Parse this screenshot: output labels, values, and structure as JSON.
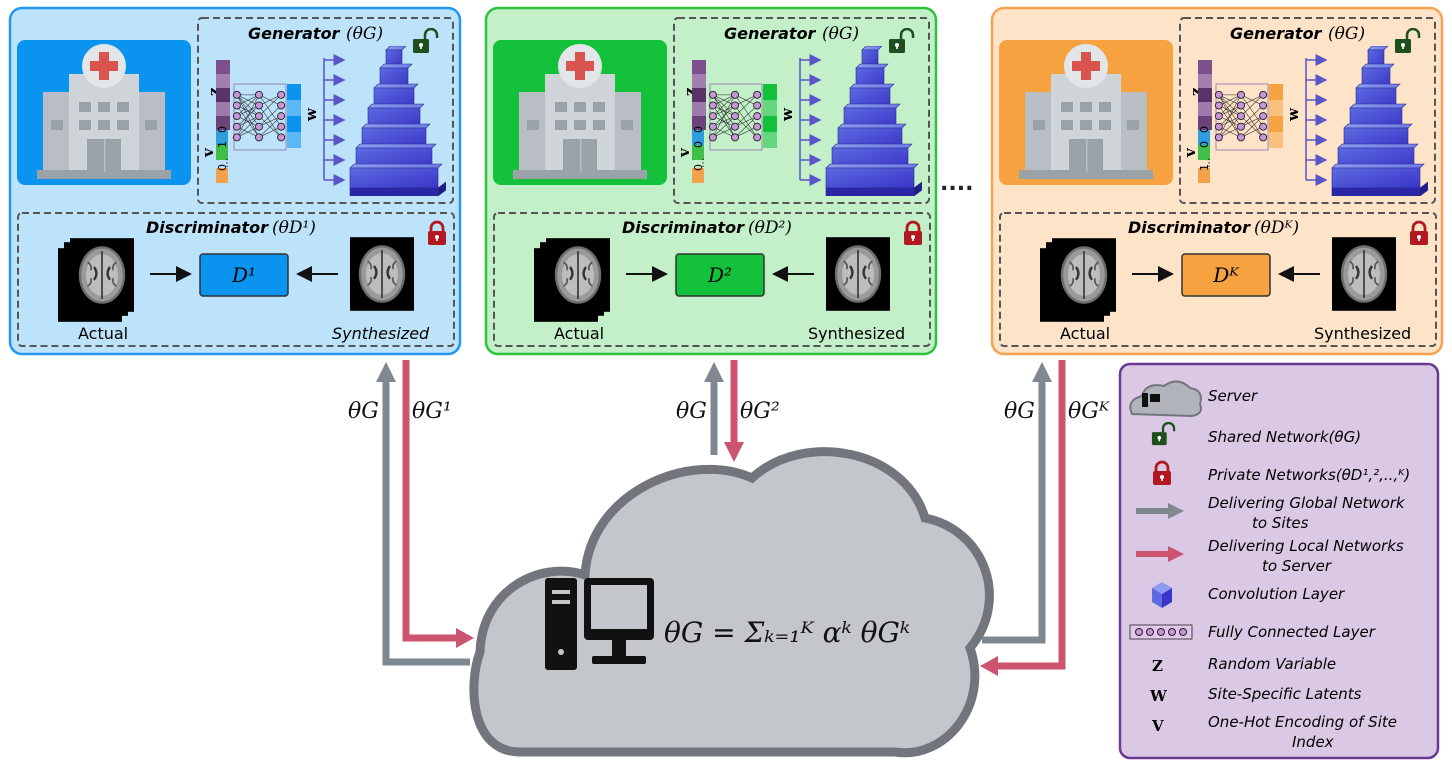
{
  "sites": [
    {
      "generator_title": "Generator",
      "generator_param": "(θG)",
      "discriminator_title": "Discriminator",
      "discriminator_param": "(θD¹)",
      "disc_block": "D¹",
      "actual_label": "Actual",
      "synth_label": "Synthesized",
      "z_label": "z",
      "w_label": "w",
      "v_label": "v",
      "onehot": [
        "0",
        "1",
        "0",
        "⋮",
        "0"
      ],
      "up_label": "θG",
      "down_label": "θG¹",
      "color_bg": "#bde3fb",
      "color_border": "#2196f3",
      "color_accent": "#0b93f0"
    },
    {
      "generator_title": "Generator",
      "generator_param": "(θG)",
      "discriminator_title": "Discriminator",
      "discriminator_param": "(θD²)",
      "disc_block": "D²",
      "actual_label": "Actual",
      "synth_label": "Synthesized",
      "z_label": "z",
      "w_label": "w",
      "v_label": "v",
      "onehot": [
        "0",
        "0",
        "1",
        "⋮",
        "0"
      ],
      "up_label": "θG",
      "down_label": "θG²",
      "color_bg": "#c3efc9",
      "color_border": "#2dc43d",
      "color_accent": "#13c23a"
    },
    {
      "generator_title": "Generator",
      "generator_param": "(θG)",
      "discriminator_title": "Discriminator",
      "discriminator_param": "(θDᴷ)",
      "disc_block": "Dᴷ",
      "actual_label": "Actual",
      "synth_label": "Synthesized",
      "z_label": "z",
      "w_label": "w",
      "v_label": "v",
      "onehot": [
        "0",
        "0",
        "0",
        "⋮",
        "1"
      ],
      "up_label": "θG",
      "down_label": "θGᴷ",
      "color_bg": "#fde3c8",
      "color_border": "#f5a350",
      "color_accent": "#f7a240"
    }
  ],
  "ellipsis": "....",
  "server_formula": "θG = Σₖ₌₁ᴷ αᵏ θGᵏ",
  "legend": {
    "items": [
      "Server",
      "Shared Network(θG)",
      "Private Networks(θD¹,²,..,ᴷ)",
      "Delivering Global Network to Sites",
      "Delivering Local Networks to Server",
      "Convolution Layer",
      "Fully Connected Layer",
      "Random Variable",
      "Site-Specific Latents",
      "One-Hot Encoding of Site Index"
    ],
    "symbols": [
      "Z",
      "W",
      "V"
    ]
  },
  "colors": {
    "global_arrow": "#7f8790",
    "local_arrow": "#cc5470",
    "cloud_fill": "#c3c6ca",
    "cloud_border": "#72767c",
    "legend_bg": "#dbc8e4",
    "legend_border": "#6a3a93",
    "lock_green": "#1e4f1e",
    "lock_red": "#b31820"
  }
}
